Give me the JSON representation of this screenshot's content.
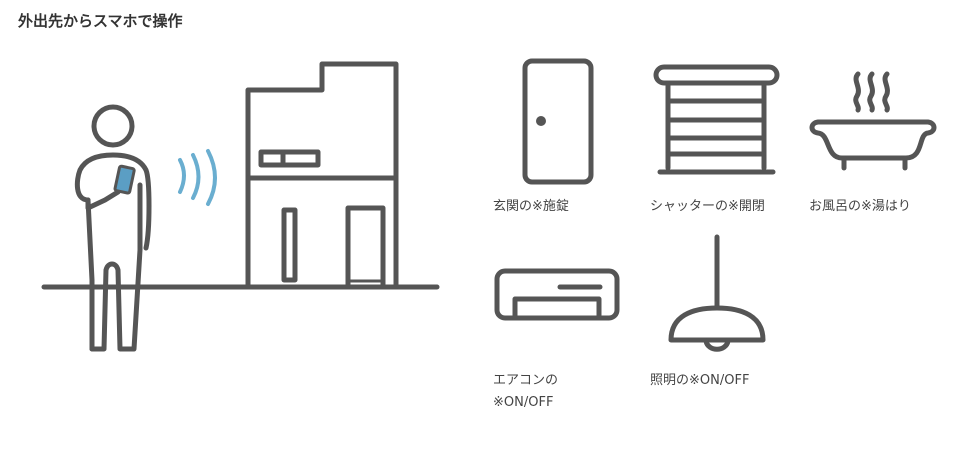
{
  "heading": "外出先からスマホで操作",
  "colors": {
    "line": "#555555",
    "signal": "#6aaed0",
    "phone": "#5b9ec4"
  },
  "features": [
    {
      "icon": "door-icon",
      "label": "玄関の※施錠"
    },
    {
      "icon": "shutter-icon",
      "label": "シャッターの※開閉"
    },
    {
      "icon": "bathtub-icon",
      "label": "お風呂の※湯はり"
    },
    {
      "icon": "air-conditioner-icon",
      "label_line1": "エアコンの",
      "label_line2": "※ON/OFF"
    },
    {
      "icon": "pendant-lamp-icon",
      "label": "照明の※ON/OFF"
    }
  ]
}
